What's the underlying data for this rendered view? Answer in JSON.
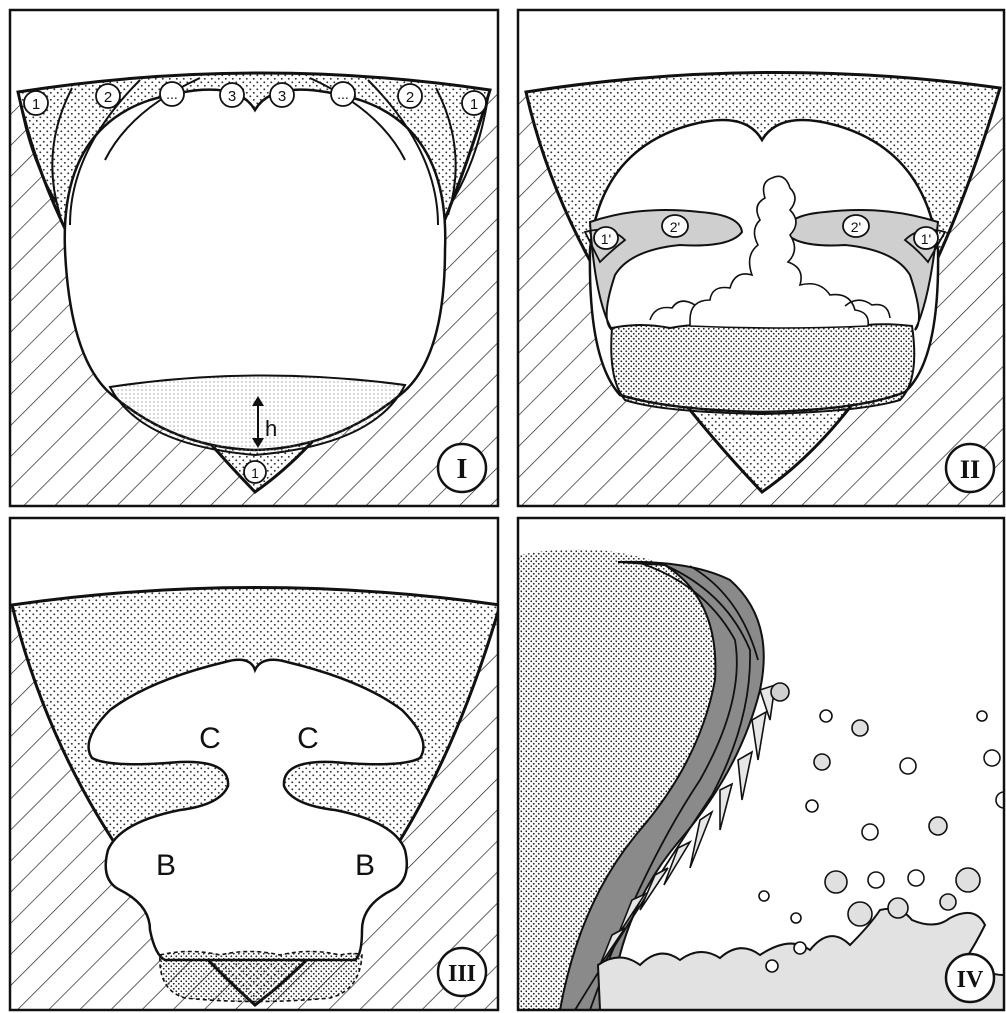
{
  "panels": [
    {
      "id": "I",
      "roman": "I"
    },
    {
      "id": "II",
      "roman": "II"
    },
    {
      "id": "III",
      "roman": "III"
    },
    {
      "id": "IV",
      "roman": "IV"
    }
  ],
  "panel1": {
    "layer_labels_left": [
      "1",
      "2",
      "...",
      "3"
    ],
    "layer_labels_right": [
      "3",
      "...",
      "2",
      "1"
    ],
    "bottom_label": "1",
    "height_label": "h"
  },
  "panel2": {
    "labels_left": [
      "1'",
      "2'"
    ],
    "labels_right": [
      "2'",
      "1'"
    ]
  },
  "panel3": {
    "labels_c": [
      "C",
      "C"
    ],
    "labels_b": [
      "B",
      "B"
    ]
  },
  "colors": {
    "stroke": "#111111",
    "stipple": "#333333",
    "light_fill": "#dcdcdc",
    "dark_band": "#8a8a8a",
    "background": "#ffffff"
  }
}
